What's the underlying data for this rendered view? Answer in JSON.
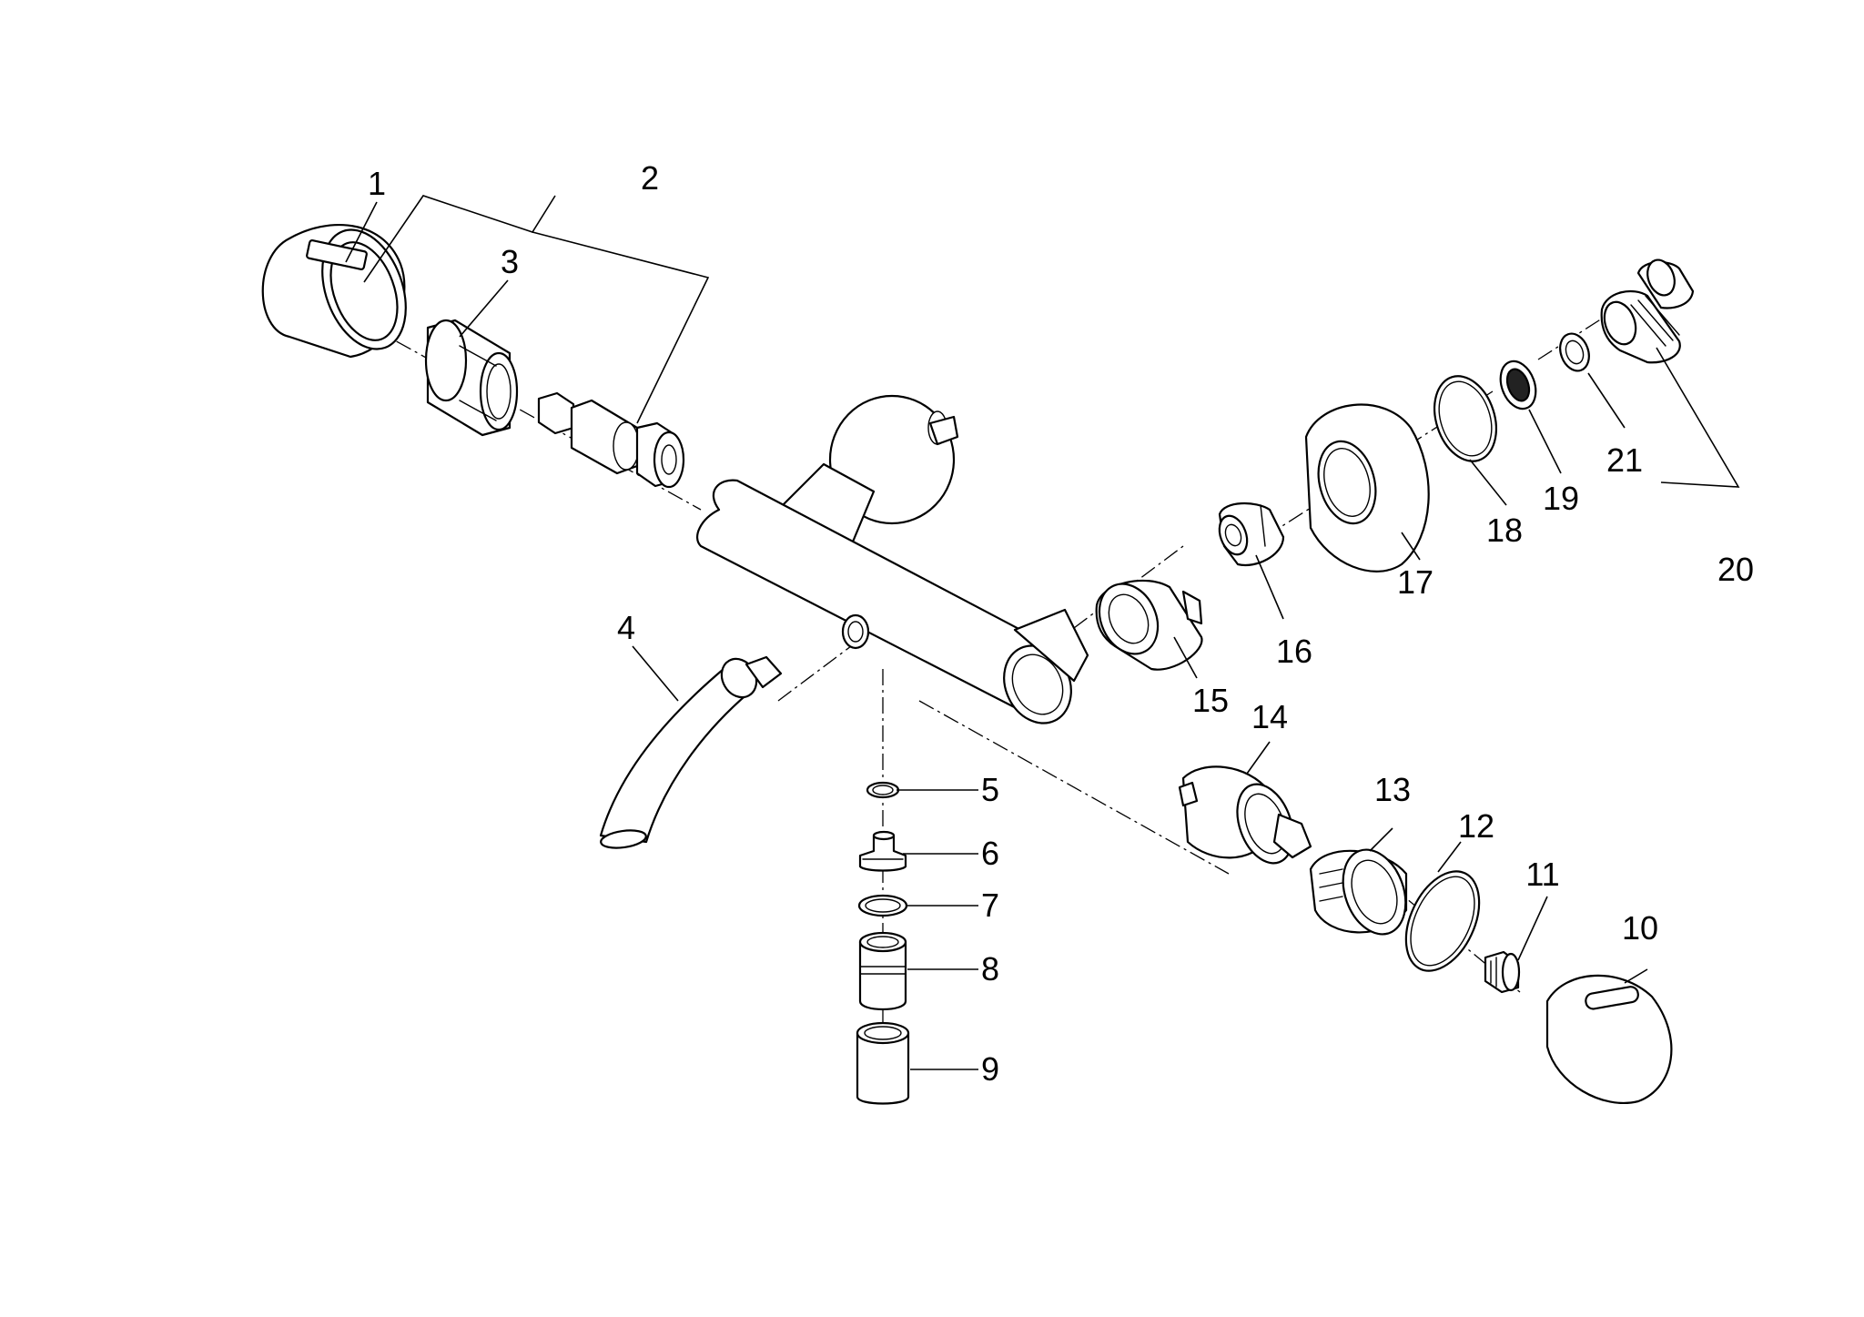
{
  "diagram": {
    "callouts": [
      {
        "id": "1",
        "label": "1"
      },
      {
        "id": "2",
        "label": "2"
      },
      {
        "id": "3",
        "label": "3"
      },
      {
        "id": "4",
        "label": "4"
      },
      {
        "id": "5",
        "label": "5"
      },
      {
        "id": "6",
        "label": "6"
      },
      {
        "id": "7",
        "label": "7"
      },
      {
        "id": "8",
        "label": "8"
      },
      {
        "id": "9",
        "label": "9"
      },
      {
        "id": "10",
        "label": "10"
      },
      {
        "id": "11",
        "label": "11"
      },
      {
        "id": "12",
        "label": "12"
      },
      {
        "id": "13",
        "label": "13"
      },
      {
        "id": "14",
        "label": "14"
      },
      {
        "id": "15",
        "label": "15"
      },
      {
        "id": "16",
        "label": "16"
      },
      {
        "id": "17",
        "label": "17"
      },
      {
        "id": "18",
        "label": "18"
      },
      {
        "id": "19",
        "label": "19"
      },
      {
        "id": "20",
        "label": "20"
      },
      {
        "id": "21",
        "label": "21"
      }
    ],
    "colors": {
      "line": "#000000",
      "background": "#ffffff"
    }
  }
}
